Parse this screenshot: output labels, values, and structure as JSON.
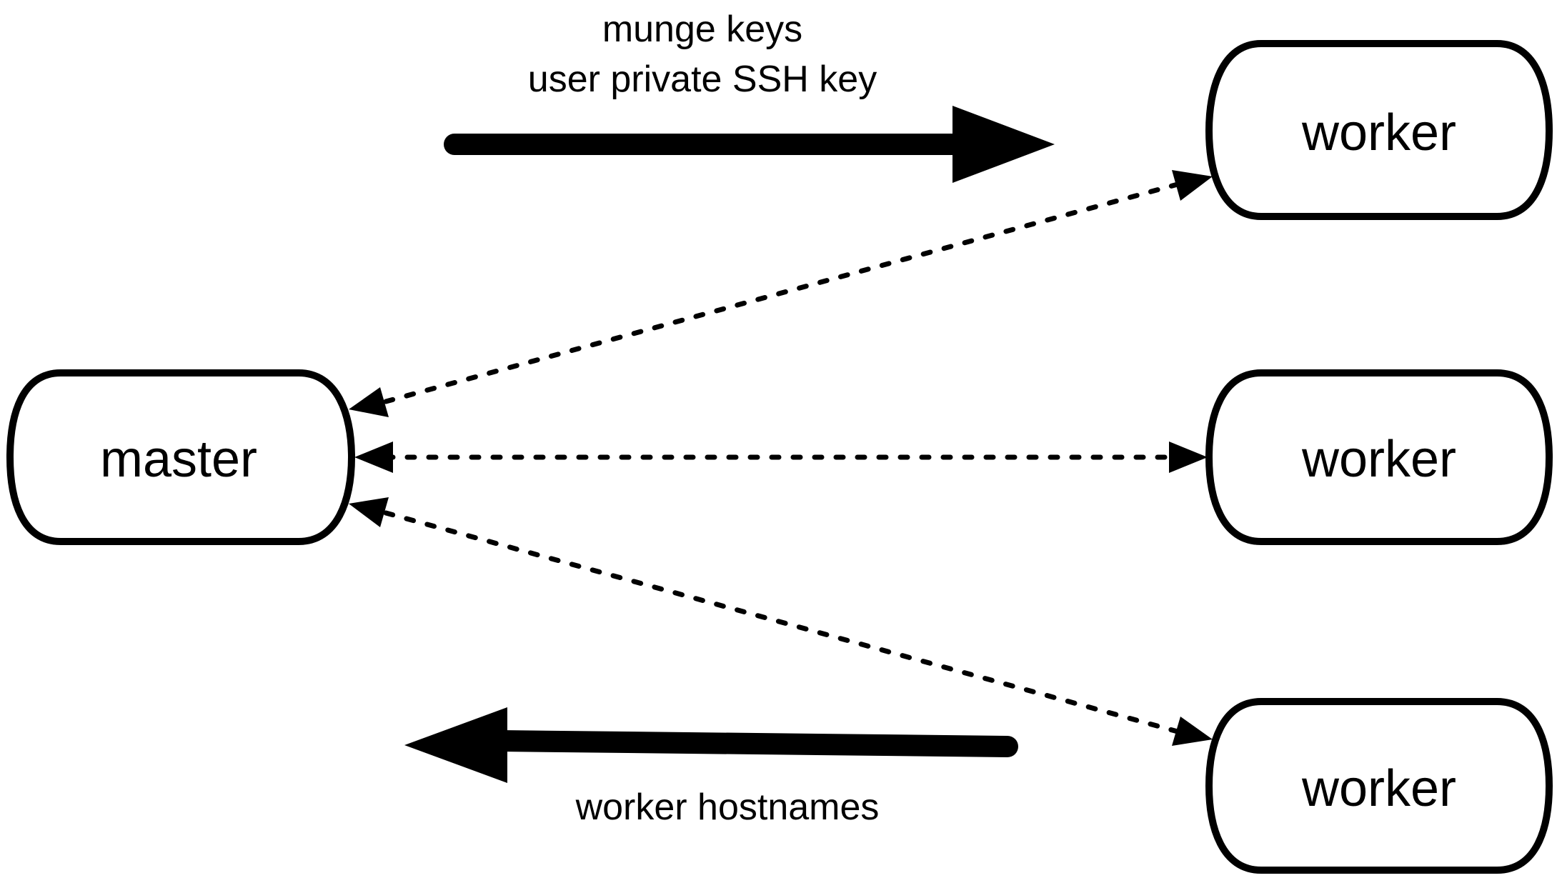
{
  "diagram": {
    "nodes": {
      "master": {
        "label": "master"
      },
      "worker_top": {
        "label": "worker"
      },
      "worker_mid": {
        "label": "worker"
      },
      "worker_bottom": {
        "label": "worker"
      }
    },
    "edges": {
      "push_keys": {
        "label_line1": "munge keys",
        "label_line2": "user private SSH key"
      },
      "collect_hostnames": {
        "label": "worker hostnames"
      }
    },
    "colors": {
      "stroke": "#000000",
      "fill": "#ffffff"
    }
  }
}
